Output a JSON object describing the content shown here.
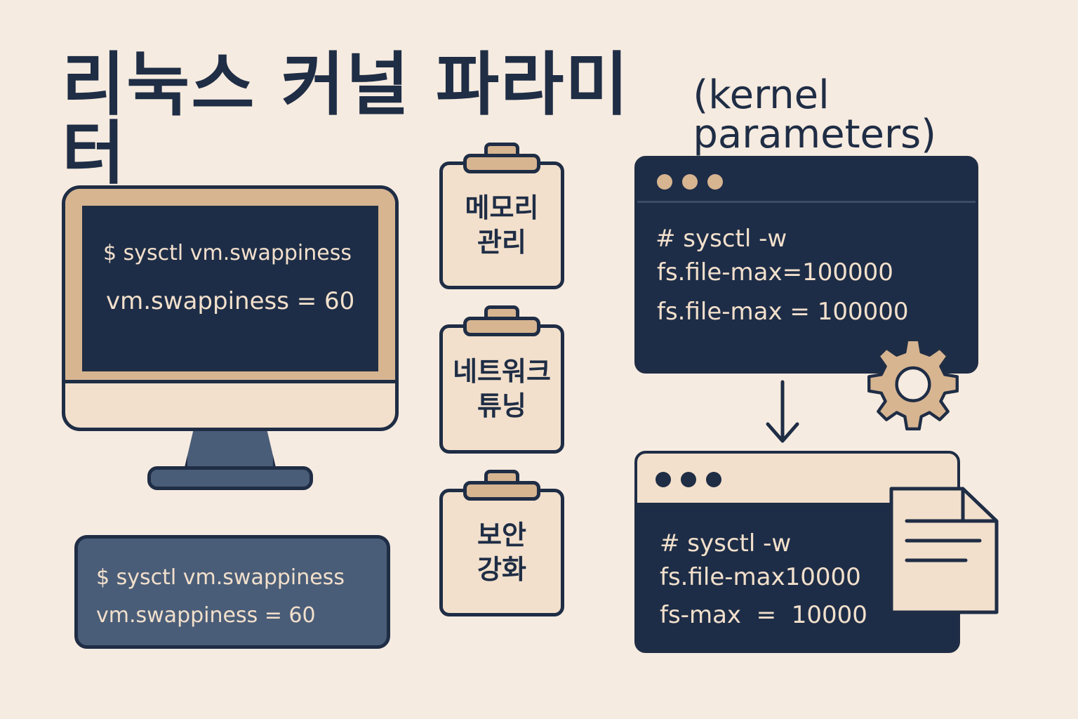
{
  "title": {
    "main": "리눅스 커널 파라미터",
    "sub": "(kernel parameters)"
  },
  "monitor": {
    "line1": "$ sysctl vm.swappiness",
    "line2": "vm.swappiness = 60"
  },
  "command_box": {
    "line1": "$ sysctl vm.swappiness",
    "line2": "vm.swappiness = 60"
  },
  "clipboards": [
    {
      "line1": "메모리",
      "line2": "관리"
    },
    {
      "line1": "네트워크",
      "line2": "튜닝"
    },
    {
      "line1": "보안",
      "line2": "강화"
    }
  ],
  "terminal_top": {
    "line1": "# sysctl -w",
    "line2": "fs.file-max=100000",
    "line3": "fs.file-max = 100000"
  },
  "terminal_bottom": {
    "line1": "# sysctl -w",
    "line2": "fs.file-max10000",
    "line3": "fs-max  =  10000"
  },
  "icons": {
    "gear": "gear-icon",
    "arrow": "arrow-down-icon",
    "document": "document-icon"
  },
  "colors": {
    "navy": "#1e2d47",
    "tan": "#d7b591",
    "cream": "#f2e0cc",
    "slate": "#4a5d78",
    "background": "#f6ebe0"
  }
}
